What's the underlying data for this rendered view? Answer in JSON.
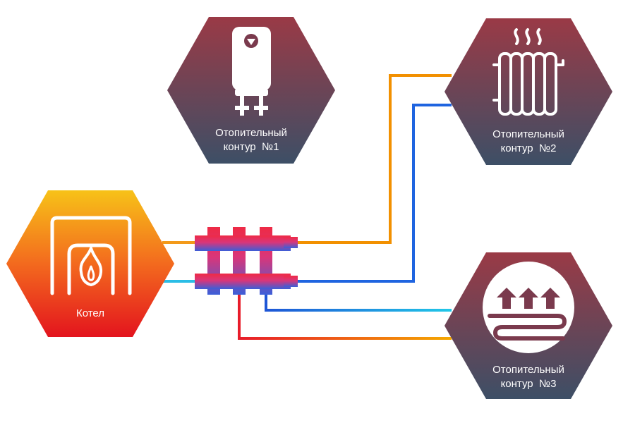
{
  "boiler": {
    "label": "Котел",
    "icon": "boiler-icon"
  },
  "circuits": [
    {
      "line1": "Отопительный",
      "line2": "контур  №1",
      "icon": "water-heater-icon"
    },
    {
      "line1": "Отопительный",
      "line2": "контур  №2",
      "icon": "radiator-icon"
    },
    {
      "line1": "Отопительный",
      "line2": "контур  №3",
      "icon": "underfloor-heating-icon"
    }
  ],
  "colors": {
    "hex_top": "#9a3a46",
    "hex_bottom": "#3d4f66",
    "boiler_top": "#f7c218",
    "boiler_mid": "#f36a1e",
    "boiler_bottom": "#e3141e",
    "pipe_hot_start": "#e81c2a",
    "pipe_hot_end": "#f5a800",
    "pipe_cold_start": "#1e56d6",
    "pipe_cold_end": "#21c8e8"
  }
}
